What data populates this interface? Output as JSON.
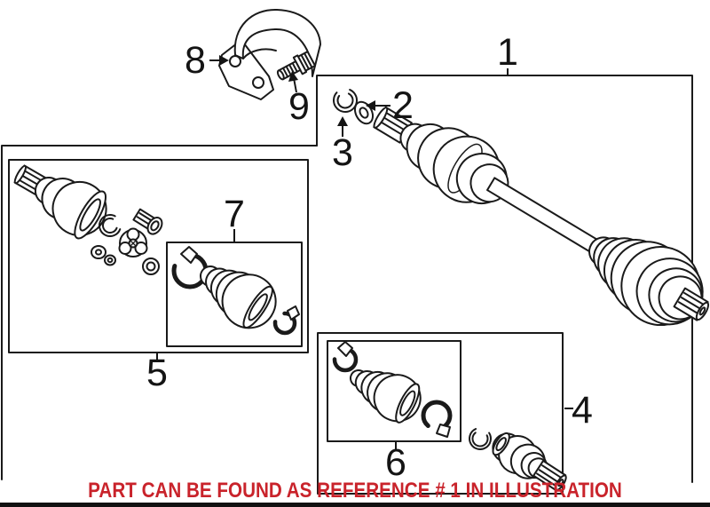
{
  "diagram": {
    "description": "Exploded parts illustration of a CV axle drive shaft assembly with numbered callout boxes",
    "labels": [
      {
        "id": "part-1",
        "text": "1"
      },
      {
        "id": "part-2",
        "text": "2"
      },
      {
        "id": "part-3",
        "text": "3"
      },
      {
        "id": "part-4",
        "text": "4"
      },
      {
        "id": "part-5",
        "text": "5"
      },
      {
        "id": "part-6",
        "text": "6"
      },
      {
        "id": "part-7",
        "text": "7"
      },
      {
        "id": "part-8",
        "text": "8"
      },
      {
        "id": "part-9",
        "text": "9"
      }
    ],
    "line_color": "#1a1a1a",
    "background_color": "#ffffff"
  },
  "notice": {
    "text": "PART CAN BE FOUND AS REFERENCE # 1 IN ILLUSTRATION",
    "color": "#c9232b"
  }
}
